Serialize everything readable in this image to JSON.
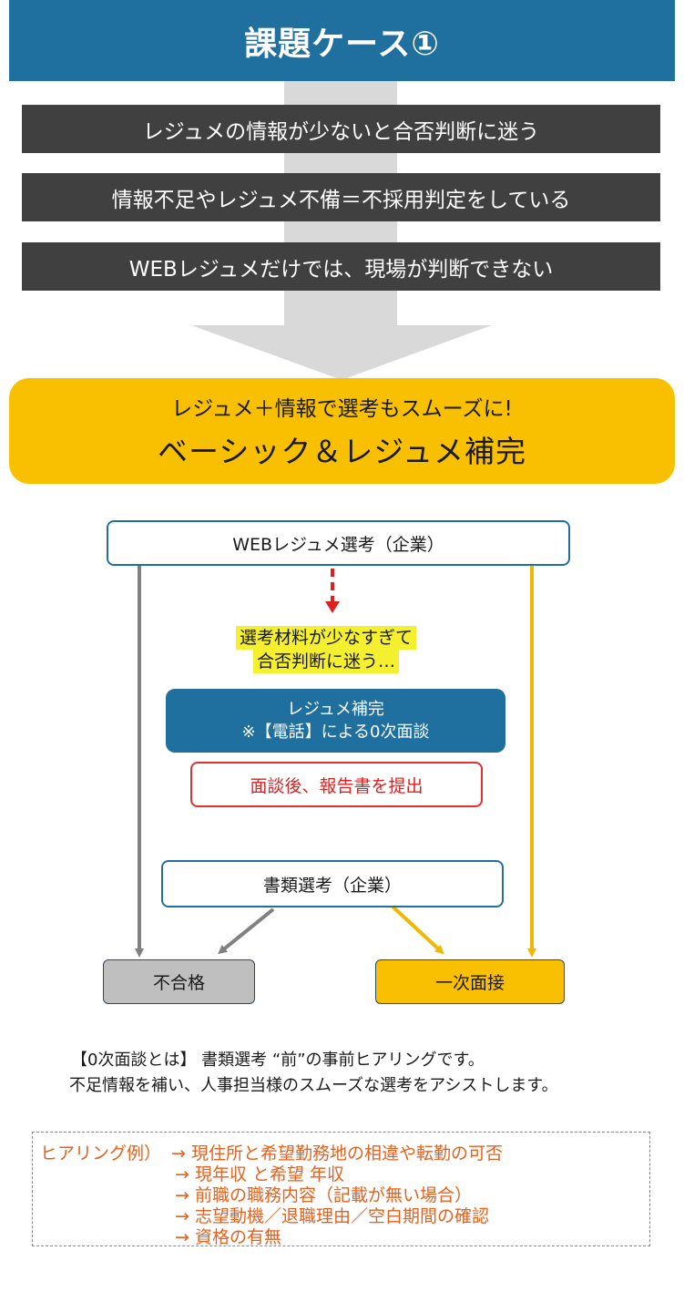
{
  "title": "課題ケース①",
  "issues": [
    "レジュメの情報が少ないと合否判断に迷う",
    "情報不足やレジュメ不備＝不採用判定をしている",
    "WEBレジュメだけでは、現場が判断できない"
  ],
  "solution": {
    "subtitle": "レジュメ＋情報で選考もスムーズに!",
    "name": "ベーシック＆レジュメ補完"
  },
  "flow": {
    "web_screening": "WEBレジュメ選考（企業）",
    "problem_note": [
      "選考材料が少なすぎて",
      "合否判断に迷う…"
    ],
    "supplement": [
      "レジュメ補完",
      "※【電話】による0次面談"
    ],
    "report": "面談後、報告書を提出",
    "document_screening": "書類選考（企業）",
    "reject": "不合格",
    "first_interview": "一次面接"
  },
  "explanation": [
    "【0次面談とは】 書類選考 “前”の事前ヒアリングです。",
    "不足情報を補い、人事担当様のスムーズな選考をアシストします。"
  ],
  "hearing": {
    "label": "ヒアリング例）",
    "items": [
      "→ 現住所と希望勤務地の相違や転勤の可否",
      "→  現年収 と希望 年収",
      "→ 前職の職務内容（記載が無い場合）",
      "→  志望動機／退職理由／空白期間の確認",
      "→ 資格の有無"
    ]
  },
  "colors": {
    "title_bg": "#1f6f9f",
    "issue_bg": "#404040",
    "solution_bg": "#f8c000",
    "gray_arrow": "#808080",
    "yellow_arrow": "#f0b800",
    "red_dash": "#e02020",
    "hearing_text": "#e8601c"
  }
}
